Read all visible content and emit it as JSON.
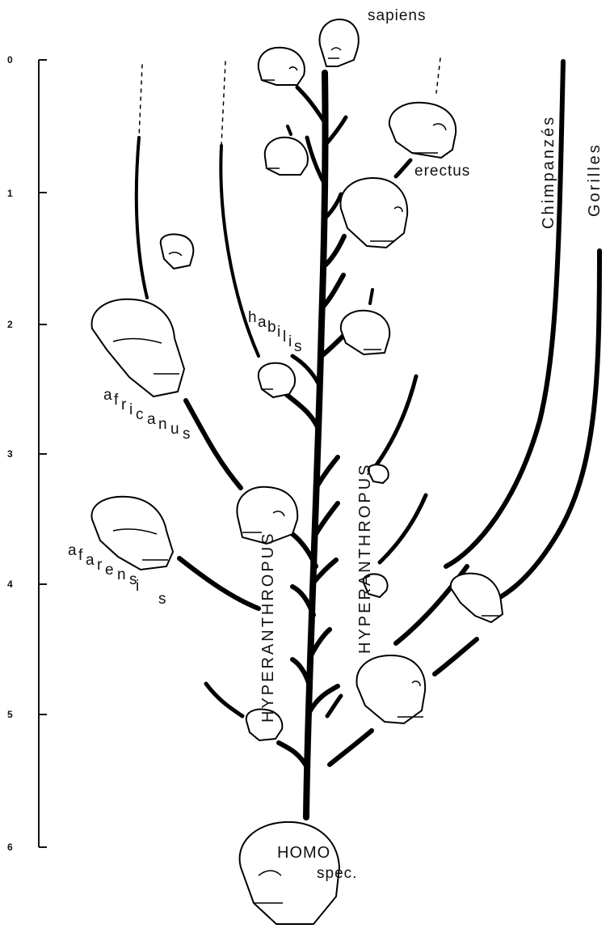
{
  "time_axis": {
    "ticks": [
      "0",
      "1",
      "2",
      "3",
      "4",
      "5",
      "6"
    ]
  },
  "labels": {
    "sapiens": "sapiens",
    "erectus": "erectus",
    "habilis": [
      "h",
      "a",
      "b",
      "i",
      "l",
      "i",
      "s"
    ],
    "africanus": [
      "a",
      "f",
      "r",
      "i",
      "c",
      "a",
      "n",
      "u",
      "s"
    ],
    "afarensis": [
      "a",
      "f",
      "a",
      "r",
      "e",
      "n",
      "s",
      "i",
      "s"
    ],
    "chimpanzes": "Chimpanzés",
    "gorilles": "Gorilles",
    "hyperanthropus": "HYPERANTHROPUS",
    "homo": "HOMO",
    "spec": "spec."
  },
  "colors": {
    "ink": "#000000",
    "paper": "#ffffff"
  }
}
